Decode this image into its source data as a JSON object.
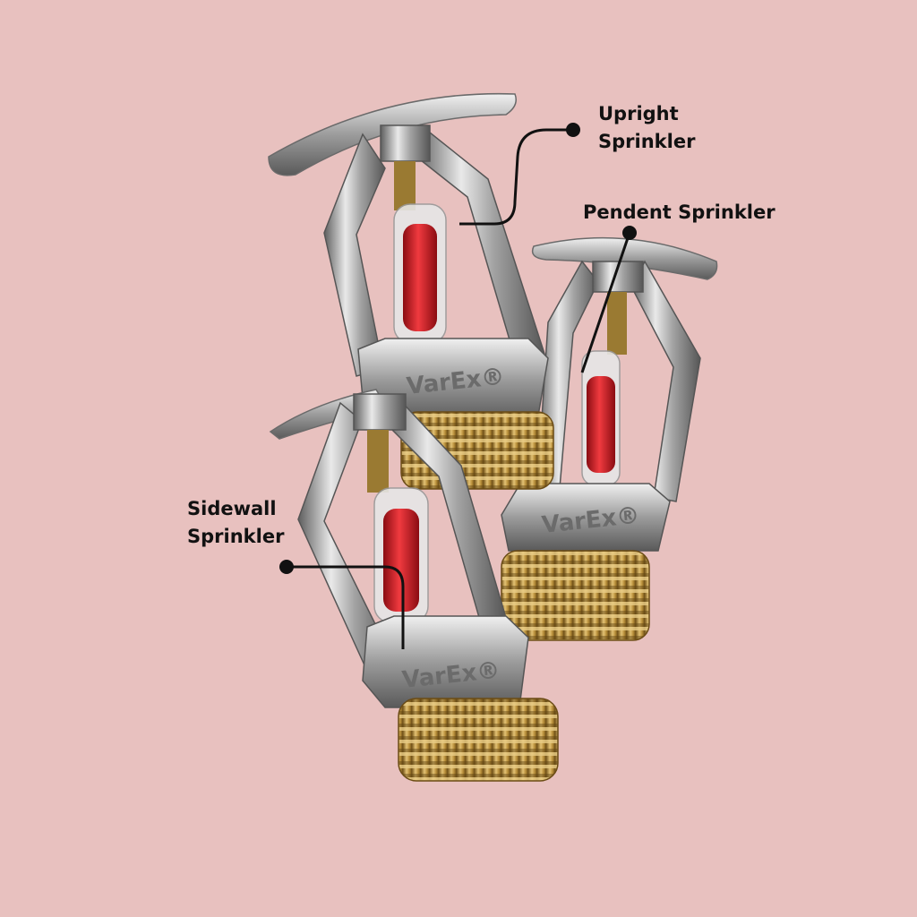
{
  "labels": {
    "upright": {
      "line1": "Upright",
      "line2": "Sprinkler"
    },
    "pendent": {
      "text": "Pendent Sprinkler"
    },
    "sidewall": {
      "line1": "Sidewall",
      "line2": "Sprinkler"
    }
  },
  "brand_mark": "VarEx®",
  "colors": {
    "background": "#e8c1bf",
    "label_text": "#111111",
    "callout_line": "#111111",
    "chrome_light": "#e6e6e6",
    "chrome_dark": "#6e6e6e",
    "brass": "#c9a24a",
    "bulb_liquid": "#d3202a"
  }
}
